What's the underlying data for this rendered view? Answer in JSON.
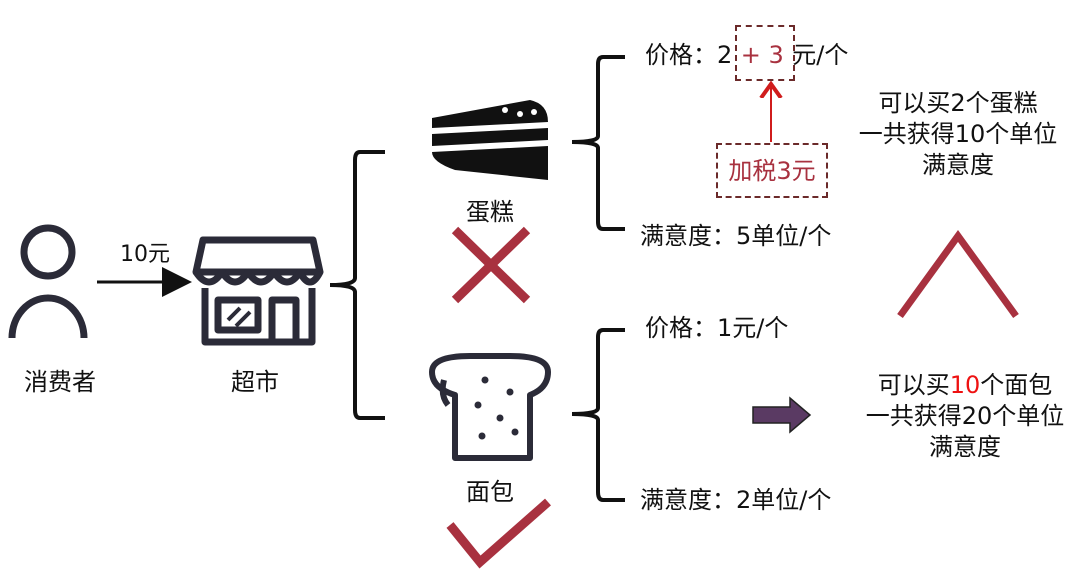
{
  "consumer": {
    "label": "消费者",
    "money": "10元"
  },
  "market": {
    "label": "超市"
  },
  "cake": {
    "label": "蛋糕",
    "price_prefix": "价格：2",
    "tax_add": "+ 3",
    "price_suffix": "元/个",
    "tax_note": "加税3元",
    "satisfaction": "满意度：5单位/个",
    "result": [
      "可以买2个蛋糕",
      "一共获得10个单位",
      "满意度"
    ],
    "mark": "cross"
  },
  "bread": {
    "label": "面包",
    "price": "价格：1元/个",
    "satisfaction": "满意度：2单位/个",
    "result_prefix": "可以买",
    "result_count": "10",
    "result_suffix": "个面包",
    "result": [
      "一共获得20个单位",
      "满意度"
    ],
    "mark": "check"
  },
  "colors": {
    "accent_red": "#a8313f",
    "highlight_red": "#ee1111",
    "arrow_purple": "#5a3a63",
    "icon_dark": "#2b2b38"
  }
}
